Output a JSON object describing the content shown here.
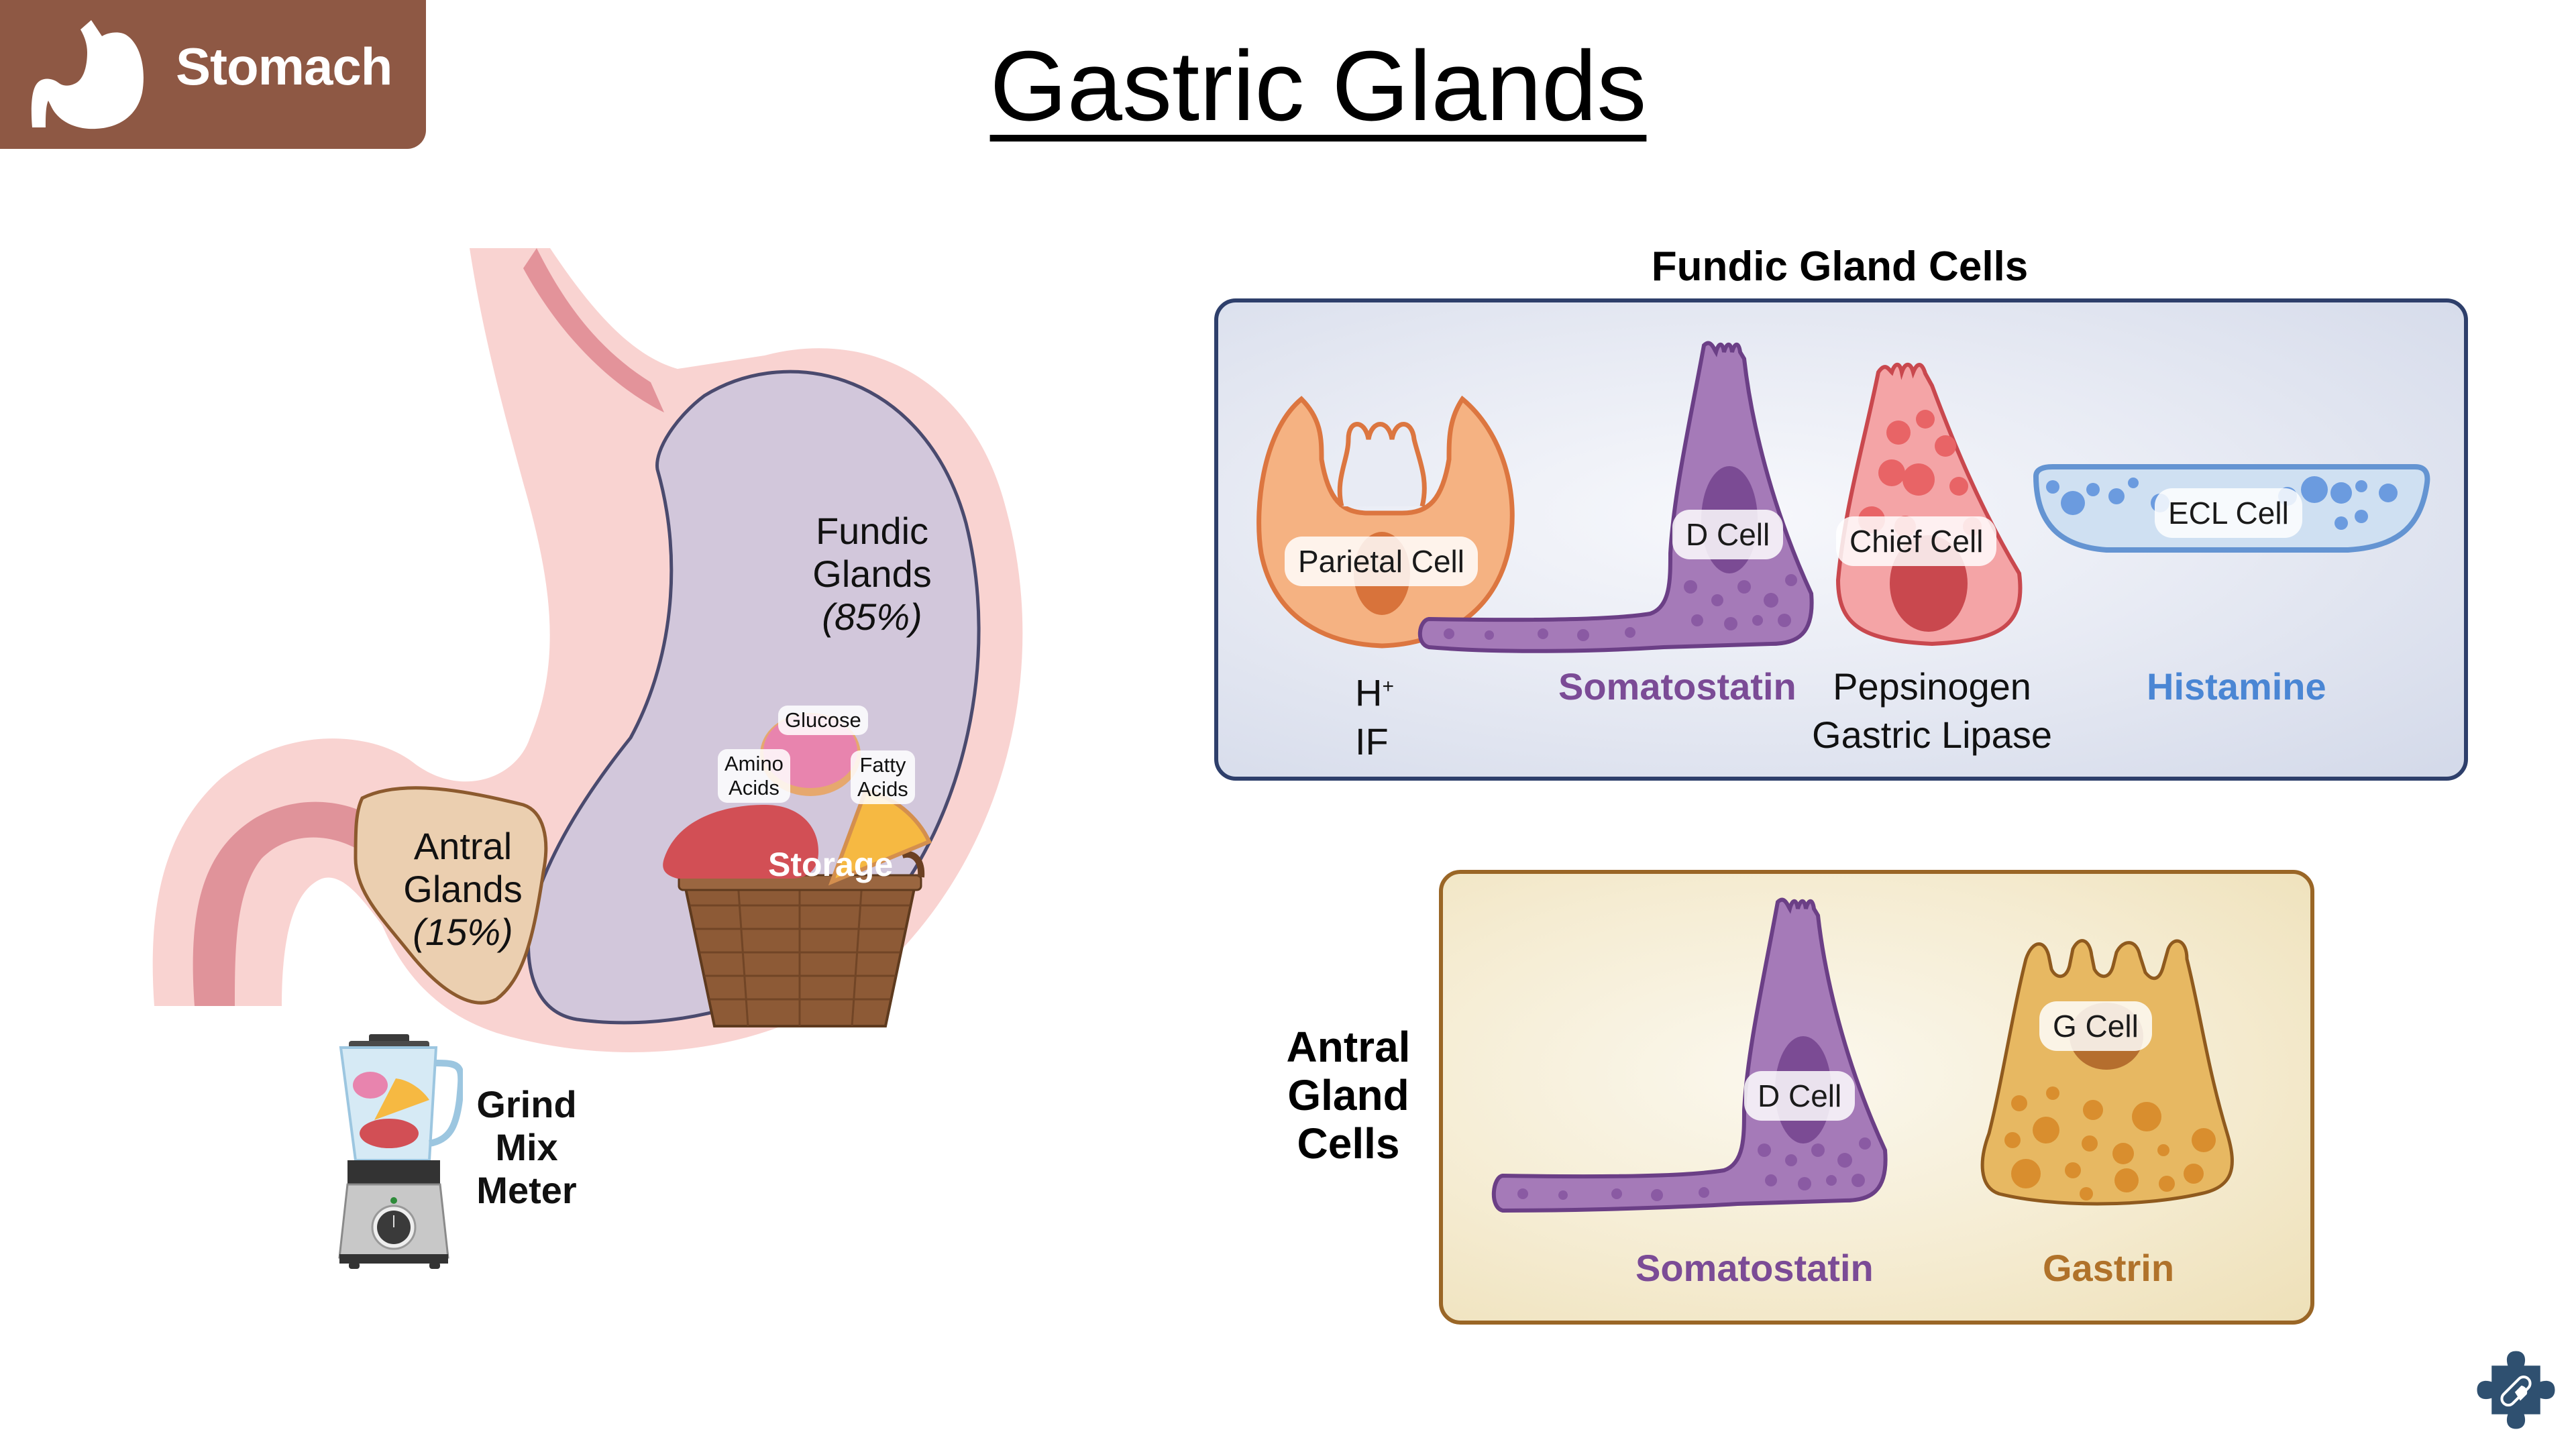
{
  "badge": {
    "label": "Stomach",
    "icon": "stomach-icon",
    "color": "#8E5844"
  },
  "title": "Gastric Glands",
  "stomach_diagram": {
    "fundic": {
      "line1": "Fundic",
      "line2": "Glands",
      "percent": "(85%)"
    },
    "antral": {
      "line1": "Antral",
      "line2": "Glands",
      "percent": "(15%)"
    },
    "food_tags": {
      "glucose": "Glucose",
      "amino": [
        "Amino",
        "Acids"
      ],
      "fatty": [
        "Fatty",
        "Acids"
      ]
    },
    "basket_label": "Storage",
    "blender_lines": [
      "Grind",
      "Mix",
      "Meter"
    ]
  },
  "fundic_panel": {
    "heading": "Fundic Gland Cells",
    "border_color": "#2E3F6B",
    "cells": [
      {
        "name": "Parietal Cell",
        "secretions": [
          "H",
          "IF"
        ],
        "superscript": "+",
        "color": "#111111"
      },
      {
        "name": "D Cell",
        "secretions": [
          "Somatostatin"
        ],
        "color": "#7B4B96"
      },
      {
        "name": "Chief Cell",
        "secretions": [
          "Pepsinogen",
          "Gastric Lipase"
        ],
        "color": "#111111"
      },
      {
        "name": "ECL Cell",
        "secretions": [
          "Histamine"
        ],
        "color": "#4A86D4"
      }
    ]
  },
  "antral_panel": {
    "heading_lines": [
      "Antral",
      "Gland",
      "Cells"
    ],
    "border_color": "#9A6626",
    "cells": [
      {
        "name": "D Cell",
        "secretions": [
          "Somatostatin"
        ],
        "color": "#7B4B96"
      },
      {
        "name": "G Cell",
        "secretions": [
          "Gastrin"
        ],
        "color": "#B0722A"
      }
    ]
  },
  "corner_icon": "puzzle-pill-icon"
}
